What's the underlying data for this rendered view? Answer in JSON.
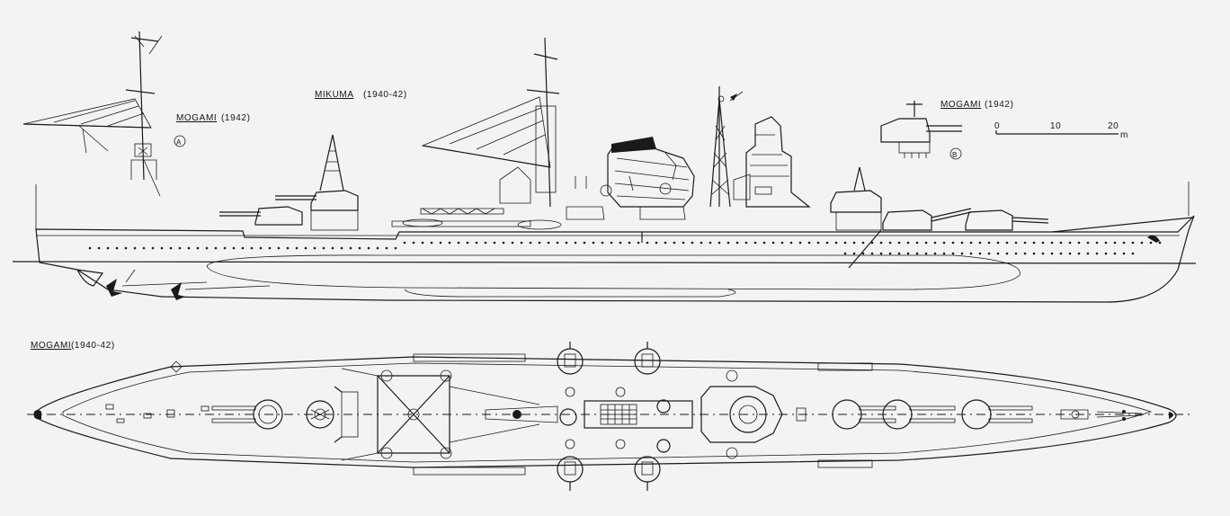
{
  "labels": {
    "mikuma": "MIKUMA",
    "mikuma_years": "(1940-42)",
    "mogami_a": "MOGAMI",
    "mogami_a_years": "(1942)",
    "marker_a": "A",
    "mogami_b": "MOGAMI",
    "mogami_b_years": "(1942)",
    "marker_b": "B",
    "mogami_plan": "MOGAMI",
    "mogami_plan_years": "(1940-42)"
  },
  "scale_bar": {
    "ticks": [
      "0",
      "10",
      "20"
    ],
    "unit": "m"
  },
  "colors": {
    "ink": "#1a1a1a",
    "paper": "#f3f3f1"
  }
}
